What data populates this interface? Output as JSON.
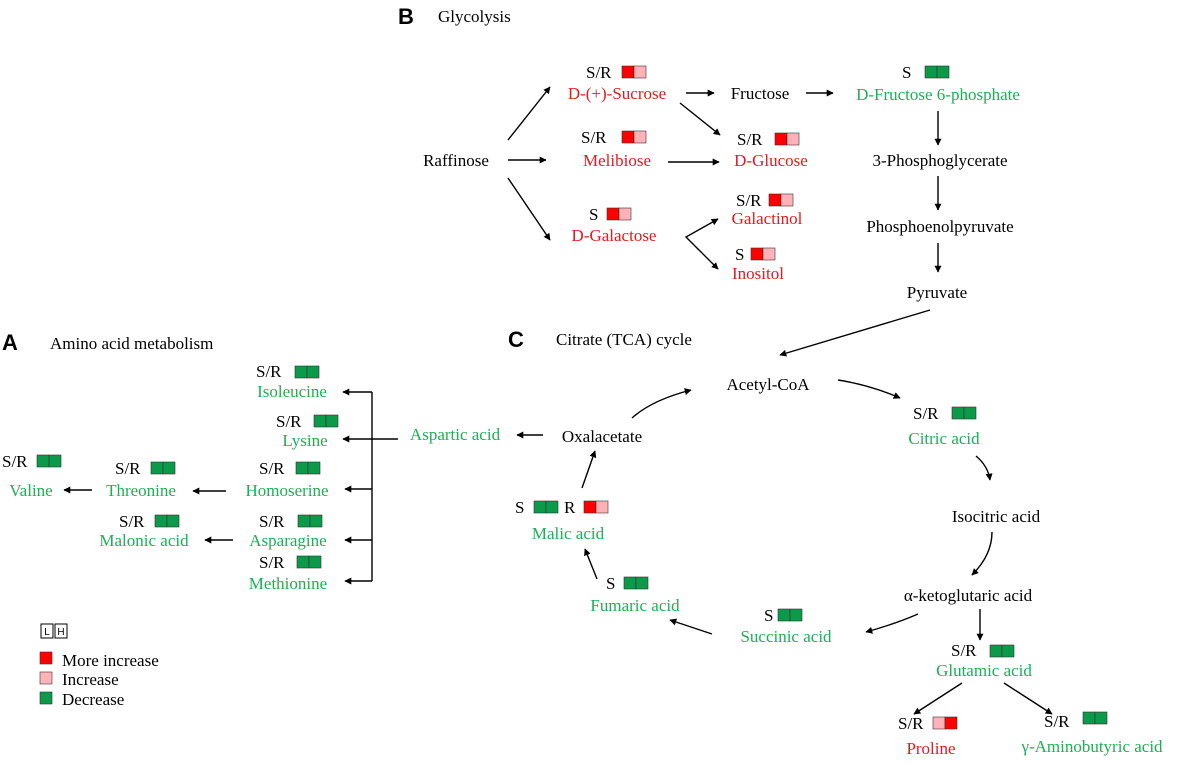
{
  "colors": {
    "more_increase": "#ff0000",
    "increase": "#ffb3b8",
    "decrease": "#0b9a4a",
    "increased_text": "#e41a1c",
    "decreased_text": "#1cb054",
    "neutral_text": "#000000"
  },
  "panels": [
    {
      "letter": "B",
      "title": "Glycolysis"
    },
    {
      "letter": "A",
      "title": "Amino acid metabolism"
    },
    {
      "letter": "C",
      "title": "Citrate (TCA) cycle"
    }
  ],
  "metabolites": {
    "sucrose": {
      "label": "D-(+)-Sucrose",
      "tag": "S/R",
      "boxes": [
        "more_increase",
        "increase"
      ],
      "trend": "up"
    },
    "fructose": {
      "label": "Fructose",
      "trend": "none"
    },
    "f6p": {
      "label": "D-Fructose 6-phosphate",
      "tag": "S",
      "boxes": [
        "decrease",
        "decrease"
      ],
      "trend": "down"
    },
    "raffinose": {
      "label": "Raffinose",
      "trend": "none"
    },
    "melibiose": {
      "label": "Melibiose",
      "tag": "S/R",
      "boxes": [
        "more_increase",
        "increase"
      ],
      "trend": "up"
    },
    "glucose": {
      "label": "D-Glucose",
      "tag": "S/R",
      "boxes": [
        "more_increase",
        "increase"
      ],
      "trend": "up"
    },
    "pga": {
      "label": "3-Phosphoglycerate",
      "trend": "none"
    },
    "galactose": {
      "label": "D-Galactose",
      "tag": "S",
      "boxes": [
        "more_increase",
        "increase"
      ],
      "trend": "up"
    },
    "galactinol": {
      "label": "Galactinol",
      "tag": "S/R",
      "boxes": [
        "more_increase",
        "increase"
      ],
      "trend": "up"
    },
    "inositol": {
      "label": "Inositol",
      "tag": "S",
      "boxes": [
        "more_increase",
        "increase"
      ],
      "trend": "up"
    },
    "pep": {
      "label": "Phosphoenolpyruvate",
      "trend": "none"
    },
    "pyruvate": {
      "label": "Pyruvate",
      "trend": "none"
    },
    "isoleucine": {
      "label": "Isoleucine",
      "tag": "S/R",
      "boxes": [
        "decrease",
        "decrease"
      ],
      "trend": "down"
    },
    "lysine": {
      "label": "Lysine",
      "tag": "S/R",
      "boxes": [
        "decrease",
        "decrease"
      ],
      "trend": "down"
    },
    "aspartic": {
      "label": "Aspartic acid",
      "trend": "down"
    },
    "valine": {
      "label": "Valine",
      "tag": "S/R",
      "boxes": [
        "decrease",
        "decrease"
      ],
      "trend": "down"
    },
    "threonine": {
      "label": "Threonine",
      "tag": "S/R",
      "boxes": [
        "decrease",
        "decrease"
      ],
      "trend": "down"
    },
    "homoserine": {
      "label": "Homoserine",
      "tag": "S/R",
      "boxes": [
        "decrease",
        "decrease"
      ],
      "trend": "down"
    },
    "malonic": {
      "label": "Malonic acid",
      "tag": "S/R",
      "boxes": [
        "decrease",
        "decrease"
      ],
      "trend": "down"
    },
    "asparagine": {
      "label": "Asparagine",
      "tag": "S/R",
      "boxes": [
        "decrease",
        "decrease"
      ],
      "trend": "down"
    },
    "methionine": {
      "label": "Methionine",
      "tag": "S/R",
      "boxes": [
        "decrease",
        "decrease"
      ],
      "trend": "down"
    },
    "acetylcoa": {
      "label": "Acetyl-CoA",
      "trend": "none"
    },
    "oxalacetate": {
      "label": "Oxalacetate",
      "trend": "none"
    },
    "citric": {
      "label": "Citric acid",
      "tag": "S/R",
      "boxes": [
        "decrease",
        "decrease"
      ],
      "trend": "down"
    },
    "malic": {
      "label": "Malic acid",
      "tag": "S",
      "boxes": [
        "decrease",
        "decrease"
      ],
      "tag2": "R",
      "boxes2": [
        "more_increase",
        "increase"
      ],
      "trend": "down"
    },
    "isocitric": {
      "label": "Isocitric acid",
      "trend": "none"
    },
    "fumaric": {
      "label": "Fumaric acid",
      "tag": "S",
      "boxes": [
        "decrease",
        "decrease"
      ],
      "trend": "down"
    },
    "akg": {
      "label": "α-ketoglutaric acid",
      "trend": "none"
    },
    "succinic": {
      "label": "Succinic acid",
      "tag": "S",
      "boxes": [
        "decrease",
        "decrease"
      ],
      "trend": "down"
    },
    "glutamic": {
      "label": "Glutamic acid",
      "tag": "S/R",
      "boxes": [
        "decrease",
        "decrease"
      ],
      "trend": "down"
    },
    "proline": {
      "label": "Proline",
      "tag": "S/R",
      "boxes": [
        "increase",
        "more_increase"
      ],
      "trend": "up"
    },
    "gaba": {
      "label": "γ-Aminobutyric acid",
      "tag": "S/R",
      "boxes": [
        "decrease",
        "decrease"
      ],
      "trend": "down"
    }
  },
  "legend": {
    "l_label": "L",
    "h_label": "H",
    "items": [
      {
        "key": "more_increase",
        "label": "More increase"
      },
      {
        "key": "increase",
        "label": "Increase"
      },
      {
        "key": "decrease",
        "label": "Decrease"
      }
    ]
  }
}
